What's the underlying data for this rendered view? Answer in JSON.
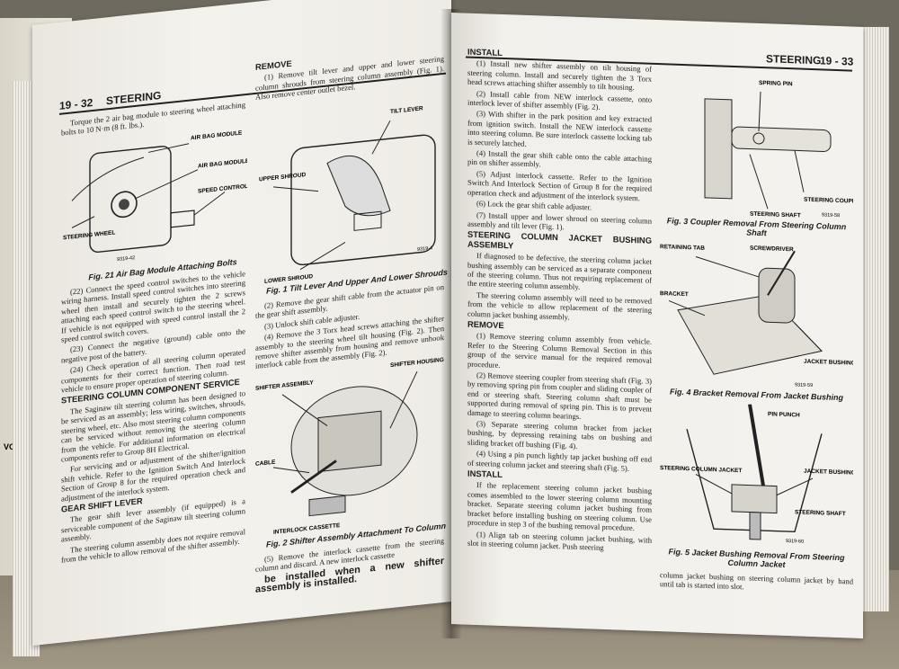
{
  "left_page": {
    "header_num": "19 - 32",
    "header_title": "STEERING",
    "intro": "Torque the 2 air bag module to steering wheel attaching bolts to 10 N·m (8 ft. lbs.).",
    "fig21": {
      "labels": [
        "AIR BAG MODULE",
        "AIR BAG MODULE BOLT",
        "SPEED CONTROL SWITCH CONNECTOR",
        "STEERING WHEEL"
      ],
      "code": "9319-42",
      "caption": "Fig. 21 Air Bag Module Attaching Bolts"
    },
    "p22": "(22) Connect the speed control switches to the vehicle wiring harness. Install speed control switches into steering wheel then install and securely tighten the 2 screws attaching each speed control switch to the steering wheel. If vehicle is not equipped with speed control install the 2 speed control switch covers.",
    "p23": "(23) Connect the negative (ground) cable onto the negative post of the battery.",
    "p24": "(24) Check operation of all steering column operated components for their correct function. Then road test vehicle to ensure proper operation of steering column.",
    "service_heading": "STEERING COLUMN COMPONENT SERVICE",
    "service_p1": "The Saginaw tilt steering column has been designed to be serviced as an assembly; less wiring, switches, shrouds, steering wheel, etc. Also most steering column components can be serviced without removing the steering column from the vehicle. For additional information on electrical components refer to Group 8H Electrical.",
    "service_p2": "For servicing and or adjustment of the shifter/ignition shift vehicle. Refer to the Ignition Switch And Interlock Section of Group 8 for the required operation check and adjustment of the interlock system.",
    "lever_heading": "GEAR SHIFT LEVER",
    "lever_p1": "The gear shift lever assembly (if equipped) is a serviceable component of the Saginaw tilt steering column assembly.",
    "lever_p2": "The steering column assembly does not require removal from the vehicle to allow removal of the shifter assembly.",
    "remove_heading": "REMOVE",
    "remove_p1": "(1) Remove tilt lever and upper and lower steering column shrouds from steering column assembly (Fig. 1). Also remove center outlet bezel.",
    "fig1": {
      "labels": [
        "TILT LEVER",
        "UPPER SHROUD",
        "LOWER SHROUD"
      ],
      "code": "9319-4",
      "caption": "Fig. 1 Tilt Lever And Upper And Lower Shrouds"
    },
    "remove_p2": "(2) Remove the gear shift cable from the actuator pin on the gear shift assembly.",
    "remove_p3": "(3) Unlock shift cable adjuster.",
    "remove_p4": "(4) Remove the 3 Torx head screws attaching the shifter assembly to the steering wheel tilt housing (Fig. 2). Then remove shifter assembly from housing and remove unhook interlock cable from the assembly (Fig. 2).",
    "fig2": {
      "labels": [
        "SHIFTER ASSEMBLY",
        "SHIFTER HOUSING ATTACHING SCREW",
        "CABLE",
        "INTERLOCK CASSETTE"
      ],
      "caption": "Fig. 2 Shifter Assembly Attachment To Column"
    },
    "remove_p5": "(5) Remove the interlock cassette from the steering column and discard. A new interlock cassette",
    "remove_p5_bold": "be installed when a new shifter assembly is installed."
  },
  "right_page": {
    "header_title": "STEERING",
    "header_num": "19 - 33",
    "install_heading": "INSTALL",
    "install_steps": [
      "(1) Install new shifter assembly on tilt housing of steering column. Install and securely tighten the 3 Torx head screws attaching shifter assembly to tilt housing.",
      "(2) Install cable from NEW interlock cassette, onto interlock lever of shifter assembly (Fig. 2).",
      "(3) With shifter in the park position and key extracted from ignition switch. Install the NEW interlock cassette into steering column. Be sure interlock cassette locking tab is securely latched.",
      "(4) Install the gear shift cable onto the cable attaching pin on shifter assembly.",
      "(5) Adjust interlock cassette. Refer to the Ignition Switch And Interlock Section of Group 8 for the required operation check and adjustment of the interlock system.",
      "(6) Lock the gear shift cable adjuster.",
      "(7) Install upper and lower shroud on steering column assembly and tilt lever (Fig. 1)."
    ],
    "bushing_heading": "STEERING COLUMN JACKET BUSHING ASSEMBLY",
    "bushing_p1": "If diagnosed to be defective, the steering column jacket bushing assembly can be serviced as a separate component of the steering column. Thus not requiring replacement of the entire steering column assembly.",
    "bushing_p2": "The steering column assembly will need to be removed from the vehicle to allow replacement of the steering column jacket bushing assembly.",
    "remove_heading": "REMOVE",
    "remove_steps": [
      "(1) Remove steering column assembly from vehicle. Refer to the Steering Column Removal Section in this group of the service manual for the required removal procedure.",
      "(2) Remove steering coupler from steering shaft (Fig. 3) by removing spring pin from coupler and sliding coupler of end or steering shaft. Steering column shaft must be supported during removal of spring pin. This is to prevent damage to steering column bearings.",
      "(3) Separate steering column bracket from jacket bushing, by depressing retaining tabs on bushing and sliding bracket off bushing (Fig. 4).",
      "(4) Using a pin punch lightly tap jacket bushing off end of steering column jacket and steering shaft (Fig. 5)."
    ],
    "install2_heading": "INSTALL",
    "install2_p1": "If the replacement steering column jacket bushing comes assembled to the lower steering column mounting bracket. Separate steering column jacket bushing from bracket before installing bushing on steering column. Use procedure in step 3 of the bushing removal procedure.",
    "install2_p2": "(1) Align tab on steering column jacket bushing, with slot in steering column jacket. Push steering",
    "fig3": {
      "labels": [
        "SPRING PIN",
        "STEERING COUPLER",
        "STEERING SHAFT"
      ],
      "code": "9319-58",
      "caption": "Fig. 3 Coupler Removal From Steering Column Shaft"
    },
    "fig4": {
      "labels": [
        "RETAINING TAB",
        "SCREWDRIVER",
        "BRACKET",
        "JACKET BUSHING"
      ],
      "code": "9319-59",
      "caption": "Fig. 4 Bracket Removal From Jacket Bushing"
    },
    "fig5": {
      "labels": [
        "PIN PUNCH",
        "STEERING COLUMN JACKET",
        "JACKET BUSHING",
        "STEERING SHAFT"
      ],
      "code": "9319-60",
      "caption": "Fig. 5 Jacket Bushing Removal From Steering Column Jacket"
    },
    "tail": "column jacket bushing on steering column jacket by hand until tab is started into slot."
  },
  "edge_text": "VO"
}
